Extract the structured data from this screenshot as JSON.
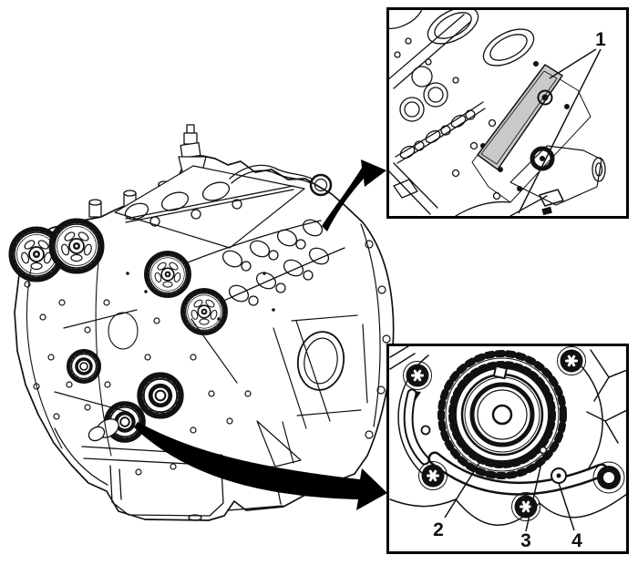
{
  "figure": {
    "kind": "engine-service-illustration",
    "callouts": {
      "one": "1",
      "two": "2",
      "three": "3",
      "four": "4"
    }
  },
  "colors": {
    "ink": "#111111",
    "background": "#ffffff",
    "plate_fill": "#c9c9c9",
    "arrow_fill": "#000000"
  }
}
